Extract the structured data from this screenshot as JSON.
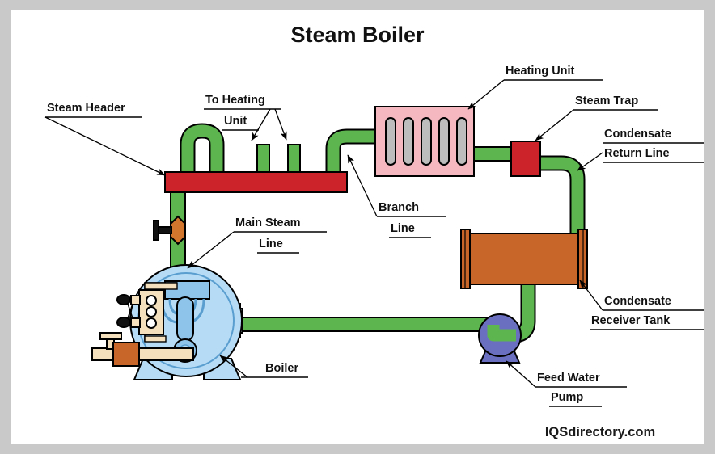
{
  "title": "Steam Boiler",
  "watermark": "IQSdirectory.com",
  "labels": {
    "steam_header": "Steam Header",
    "to_heating_unit_l1": "To Heating",
    "to_heating_unit_l2": "Unit",
    "heating_unit": "Heating Unit",
    "steam_trap": "Steam Trap",
    "condensate_return_l1": "Condensate",
    "condensate_return_l2": "Return Line",
    "branch_line_l1": "Branch",
    "branch_line_l2": "Line",
    "main_steam_line_l1": "Main Steam",
    "main_steam_line_l2": "Line",
    "condensate_receiver_l1": "Condensate",
    "condensate_receiver_l2": "Receiver Tank",
    "boiler": "Boiler",
    "feed_water_pump_l1": "Feed Water",
    "feed_water_pump_l2": "Pump"
  },
  "colors": {
    "frame": "#c9c9c9",
    "canvas": "#ffffff",
    "pipe_green": "#5cb54f",
    "header_red": "#cc2229",
    "steam_trap_red": "#cc2229",
    "heating_unit_pink": "#f5b8c0",
    "heating_fin_gray": "#bdbdbd",
    "tank_orange": "#c8662a",
    "pump_blue": "#6b6fc0",
    "boiler_blue": "#b6dcf5",
    "boiler_blue_dark": "#8fc4ea",
    "valve_orange": "#d2762e",
    "panel_cream": "#f4e0bd",
    "outline": "#000000",
    "text": "#111111"
  },
  "components": {
    "steam_header": {
      "name": "Steam Header",
      "shape": "horizontal bar",
      "color": "#cc2229"
    },
    "heating_unit": {
      "name": "Heating Unit",
      "shape": "radiator",
      "fins": 5,
      "color": "#f5b8c0"
    },
    "steam_trap": {
      "name": "Steam Trap",
      "shape": "square",
      "color": "#cc2229"
    },
    "condensate_receiver_tank": {
      "name": "Condensate Receiver Tank",
      "shape": "horizontal cylinder",
      "color": "#c8662a"
    },
    "feed_water_pump": {
      "name": "Feed Water Pump",
      "shape": "circle on pedestal",
      "color": "#6b6fc0"
    },
    "boiler": {
      "name": "Boiler",
      "shape": "circular vessel",
      "color": "#b6dcf5"
    },
    "main_valve": {
      "name": "Main Steam Valve",
      "shape": "hexagon with handle",
      "color": "#d2762e"
    },
    "riser_pipes": {
      "count": 2,
      "name": "To Heating Unit risers"
    }
  }
}
